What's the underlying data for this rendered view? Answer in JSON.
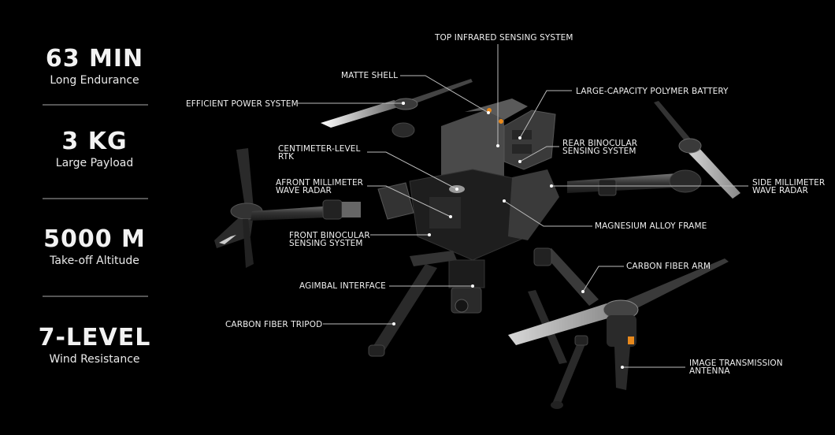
{
  "stats": [
    {
      "value": "63 MIN",
      "caption": "Long Endurance"
    },
    {
      "value": "3 KG",
      "caption": "Large Payload"
    },
    {
      "value": "5000 M",
      "caption": "Take-off Altitude"
    },
    {
      "value": "7-LEVEL",
      "caption": "Wind Resistance"
    }
  ],
  "callouts": {
    "top_infrared": "TOP INFRARED SENSING SYSTEM",
    "matte_shell": "MATTE SHELL",
    "battery": "LARGE-CAPACITY POLYMER BATTERY",
    "power_system": "EFFICIENT POWER SYSTEM",
    "rtk_line1": "CENTIMETER-LEVEL",
    "rtk_line2": "RTK",
    "rear_binocular_line1": "REAR BINOCULAR",
    "rear_binocular_line2": "SENSING SYSTEM",
    "afront_radar_line1": "AFRONT MILLIMETER",
    "afront_radar_line2": "WAVE RADAR",
    "side_radar_line1": "SIDE MILLIMETER",
    "side_radar_line2": "WAVE RADAR",
    "magnesium_frame": "MAGNESIUM ALLOY FRAME",
    "front_binocular_line1": "FRONT BINOCULAR",
    "front_binocular_line2": "SENSING SYSTEM",
    "carbon_arm": "CARBON FIBER ARM",
    "gimbal_interface": "AGIMBAL INTERFACE",
    "carbon_tripod": "CARBON FIBER TRIPOD",
    "antenna_line1": "IMAGE TRANSMISSION",
    "antenna_line2": "ANTENNA"
  },
  "colors": {
    "background": "#000000",
    "text": "#f0f0f0",
    "leader_line": "#bdbdbd",
    "divider": "#555555",
    "accent_orange": "#e8891c"
  }
}
